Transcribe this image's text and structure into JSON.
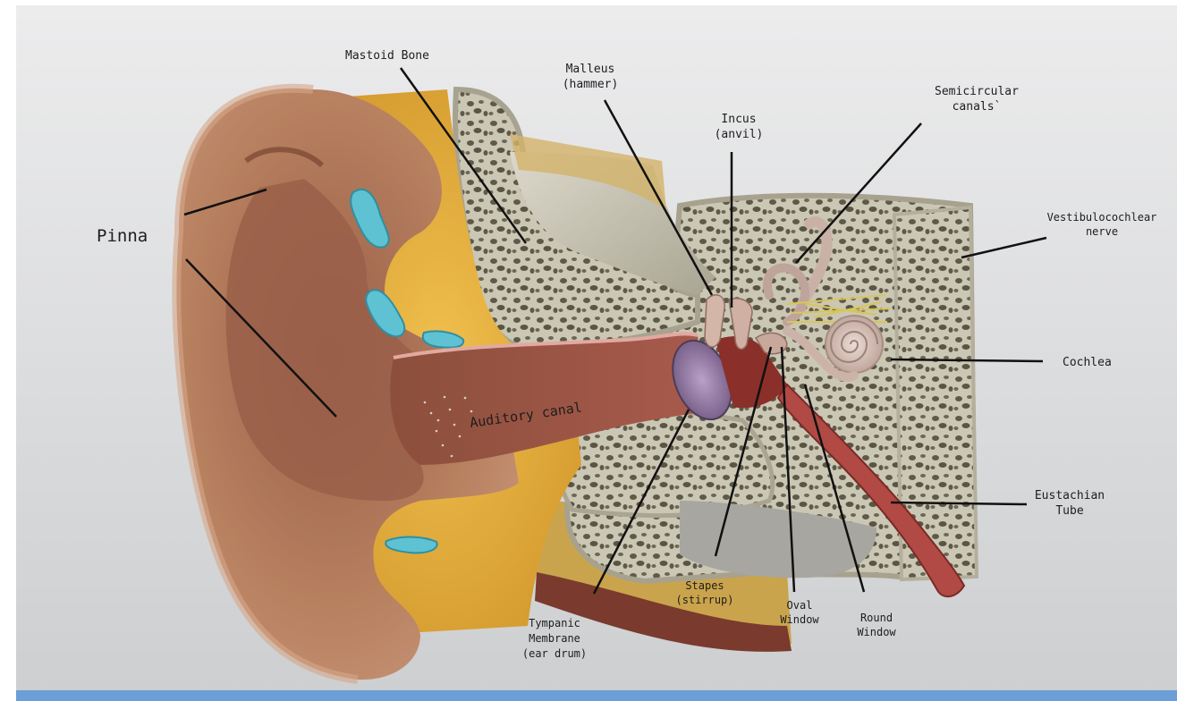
{
  "labels": {
    "pinna": "Pinna",
    "mastoid_bone": "Mastoid Bone",
    "malleus_line1": "Malleus",
    "malleus_line2": "(hammer)",
    "incus_line1": "Incus",
    "incus_line2": "(anvil)",
    "semicircular_line1": "Semicircular",
    "semicircular_line2": "canals`",
    "vestibulocochlear_line1": "Vestibulocochlear",
    "vestibulocochlear_line2": "nerve",
    "cochlea": "Cochlea",
    "auditory_canal": "Auditory canal",
    "eustachian_line1": "Eustachian",
    "eustachian_line2": "Tube",
    "round_window_line1": "Round",
    "round_window_line2": "Window",
    "oval_window_line1": "Oval",
    "oval_window_line2": "Window",
    "stapes_line1": "Stapes",
    "stapes_line2": "(stirrup)",
    "tympanic_line1": "Tympanic",
    "tympanic_line2": "Membrane",
    "tympanic_line3": "(ear drum)"
  },
  "colors": {
    "background_top": "#e9eaeb",
    "background_bottom": "#cfd1d3",
    "skin": "#b47a5e",
    "skin_dark": "#8a5443",
    "fat": "#e2b445",
    "cartilage": "#63c3d2",
    "bone": "#cbc8b8",
    "bone_pore": "#6b6553",
    "canal": "#9b5043",
    "accent_bar": "#6b9fd6"
  }
}
